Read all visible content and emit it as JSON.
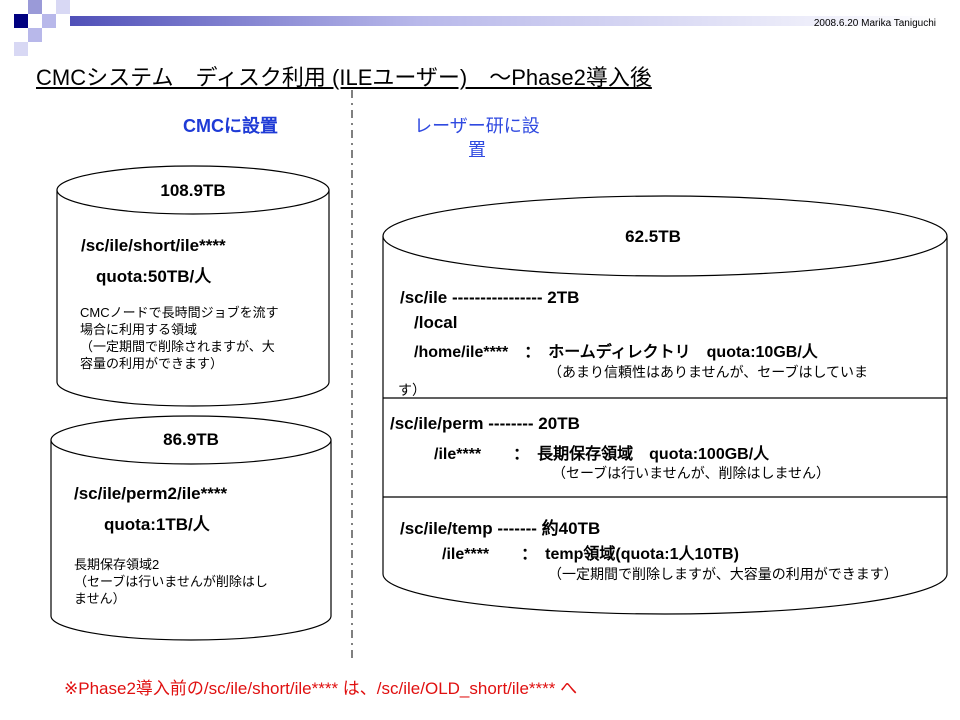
{
  "header": {
    "meta": "2008.6.20  Marika Taniguchi",
    "title": "CMCシステム　ディスク利用 (ILEユーザー)　〜Phase2導入後"
  },
  "sections": {
    "left_label": "CMCに設置",
    "right_label_line1": "レーザー研に設",
    "right_label_line2": "置"
  },
  "disks": {
    "left_top": {
      "capacity": "108.9TB",
      "path": "/sc/ile/short/ile****",
      "quota": "quota:50TB/人",
      "note1": "CMCノードで長時間ジョブを流す",
      "note2": "場合に利用する領域",
      "note3": "（一定期間で削除されますが、大",
      "note4": "容量の利用ができます）"
    },
    "left_bottom": {
      "capacity": "86.9TB",
      "path": "/sc/ile/perm2/ile****",
      "quota": "quota:1TB/人",
      "note1": "長期保存領域2",
      "note2": "（セーブは行いませんが削除はし",
      "note3": "ません）"
    },
    "right": {
      "capacity": "62.5TB",
      "s1_line1": "/sc/ile   ----------------   2TB",
      "s1_line2": "/local",
      "s1_line3": "/home/ile****　：　ホームディレクトリ　quota:10GB/人",
      "s1_note1": "（あまり信頼性はありませんが、セーブはしていま",
      "s1_note2": "す）",
      "s2_line1": "/sc/ile/perm   --------   20TB",
      "s2_line2": "/ile****　　：　長期保存領域　quota:100GB/人",
      "s2_note": "（セーブは行いませんが、削除はしません）",
      "s3_line1": "/sc/ile/temp   -------   約40TB",
      "s3_line2": "/ile****　　：　temp領域(quota:1人10TB)",
      "s3_note": "（一定期間で削除しますが、大容量の利用ができます）"
    }
  },
  "footer": {
    "text": "※Phase2導入前の/sc/ile/short/ile**** は、/sc/ile/OLD_short/ile**** へ"
  },
  "colors": {
    "accent_dark": "#000080",
    "accent_mid": "#6a6ac8",
    "accent_light": "#c7c7ef",
    "label_blue": "#1f3bd6",
    "footer_red": "#e01010"
  }
}
